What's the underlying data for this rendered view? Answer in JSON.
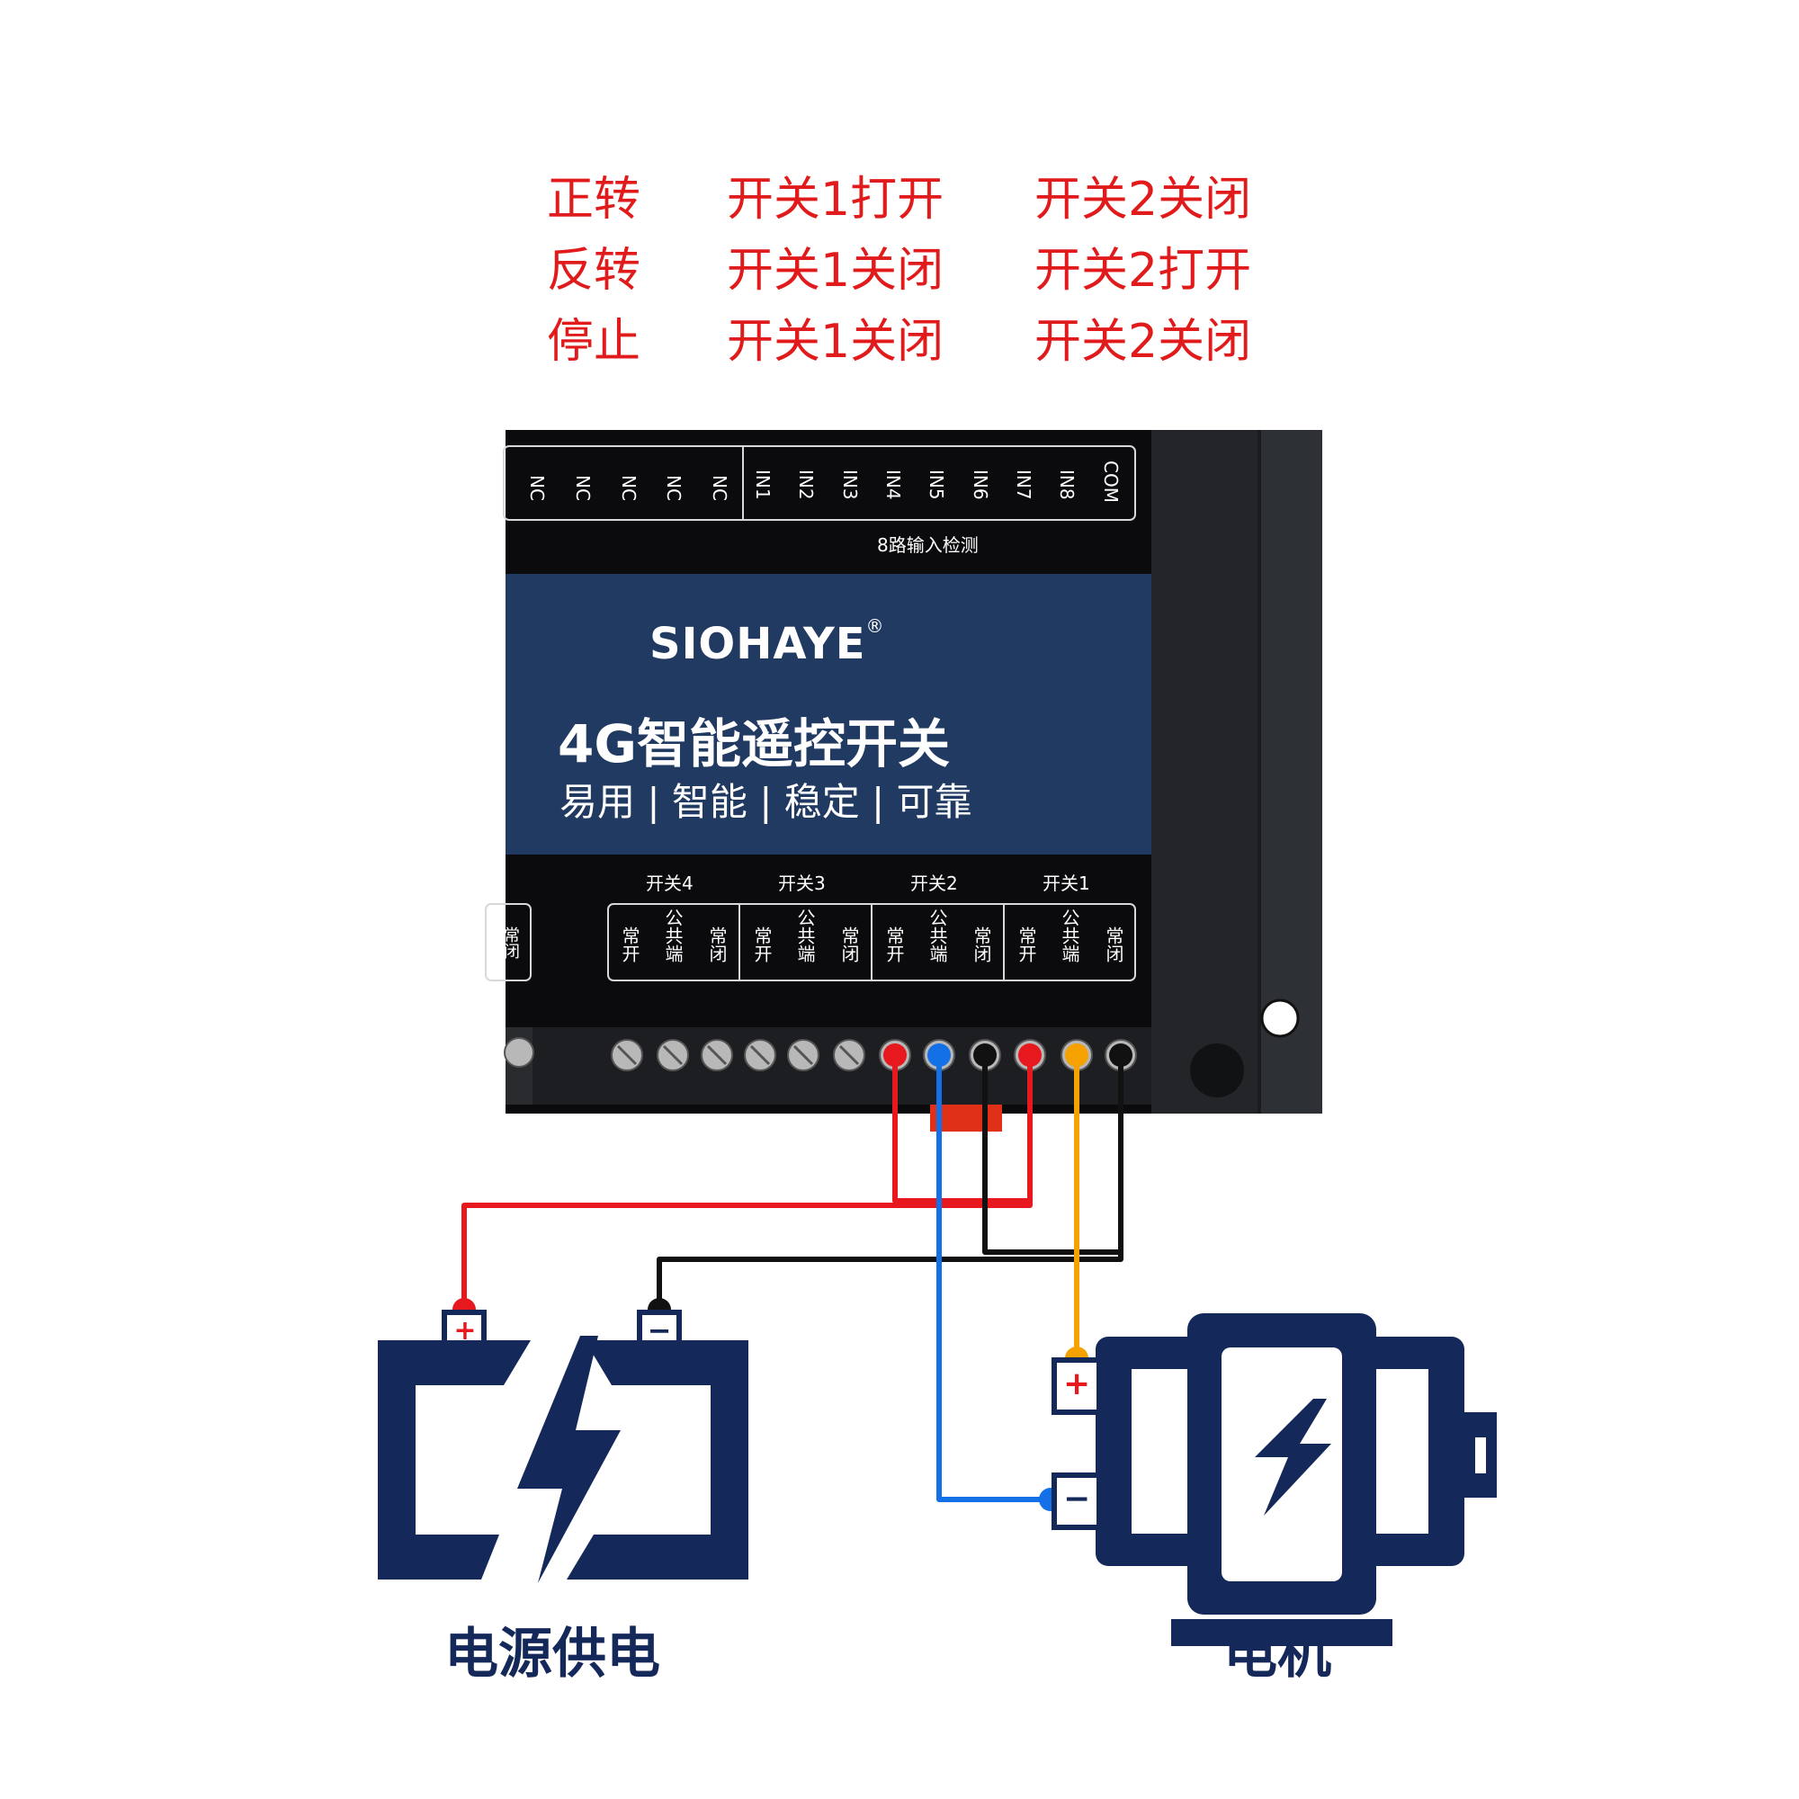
{
  "logic_table": [
    {
      "state": "正转",
      "switch1": "开关1打开",
      "switch2": "开关2关闭"
    },
    {
      "state": "反转",
      "switch1": "开关1关闭",
      "switch2": "开关2打开"
    },
    {
      "state": "停止",
      "switch1": "开关1关闭",
      "switch2": "开关2关闭"
    }
  ],
  "device": {
    "top_terminals": [
      "NC",
      "NC",
      "NC",
      "NC",
      "NC",
      "IN1",
      "IN2",
      "IN3",
      "IN4",
      "IN5",
      "IN6",
      "IN7",
      "IN8",
      "COM"
    ],
    "input_section_label": "8路输入检测",
    "brand": "SIOHAYE",
    "brand_mark": "®",
    "product_title": "4G智能遥控开关",
    "tagline": "易用 | 智能 | 稳定 | 可靠",
    "channel_labels": [
      "开关4",
      "开关3",
      "开关2",
      "开关1"
    ],
    "relay_terminals": [
      "常开",
      "公共端",
      "常闭"
    ],
    "partial_left_terminal": "常闭"
  },
  "battery": {
    "plus_symbol": "+",
    "minus_symbol": "−",
    "label": "电源供电"
  },
  "motor": {
    "plus_symbol": "+",
    "minus_symbol": "−",
    "label": "电机"
  },
  "colors": {
    "accent_red": "#e11b1b",
    "panel_blue": "#213a62",
    "icon_navy": "#14285a",
    "wire_red": "#e8191e",
    "wire_blue": "#1470e6",
    "wire_black": "#111111",
    "wire_orange": "#f5a100"
  }
}
